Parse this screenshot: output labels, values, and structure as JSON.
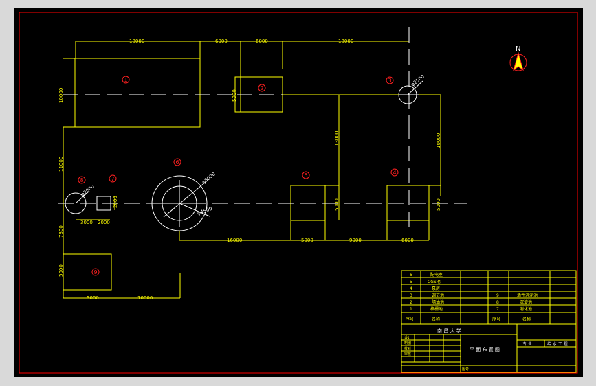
{
  "colors": {
    "background": "#000000",
    "frame": "#ff0000",
    "line": "#ffff00",
    "centerline": "#ffffff",
    "label": "#ff2020"
  },
  "markers": {
    "m1": "1",
    "m2": "2",
    "m3": "3",
    "m4": "4",
    "m5": "5",
    "m6": "6",
    "m7": "7",
    "m8": "8",
    "m9": "9"
  },
  "north": {
    "label": "N",
    "icon": "north-arrow-icon"
  },
  "dims": {
    "d18000_a": "18000",
    "d6000_a": "6000",
    "d6000_b": "6000",
    "d18000_b": "18000",
    "d10000_left": "10000",
    "d5000_b2": "5000",
    "d11000": "11000",
    "d7300": "7300",
    "d5000_b9": "5000",
    "d3000": "3000",
    "d2000_h": "2000",
    "d2000_v": "2000",
    "d13000": "13000",
    "d10000_right": "10000",
    "d5000_b5": "5000",
    "d5000_b4": "5000",
    "d16000": "16000",
    "d5000_bot": "5000",
    "d9000": "9000",
    "d6000_bot": "6000",
    "d5000_9w": "5000",
    "d10000_bot": "10000",
    "phi3": "φ2500",
    "phi6a": "φ8000",
    "phi6b": "φ4500",
    "phi8": "φ2000"
  },
  "parts_table": {
    "rows": [
      {
        "no": "6",
        "name": "配电室"
      },
      {
        "no": "5",
        "name": "CGS池"
      },
      {
        "no": "4",
        "name": "泵房"
      },
      {
        "no": "3",
        "name": "调节池"
      },
      {
        "no": "2",
        "name": "隔油池"
      },
      {
        "no": "1",
        "name": "格栅池"
      }
    ],
    "rows_right": [
      {
        "no": "9",
        "name": "活性污泥池"
      },
      {
        "no": "8",
        "name": "沉淀池"
      },
      {
        "no": "7",
        "name": "消化池"
      }
    ],
    "header": {
      "no": "序号",
      "name": "名称",
      "no2": "序号",
      "name2": "名称"
    }
  },
  "title_block": {
    "school": "南 昌 大 学",
    "drawing_title": "平 面 布 置 图",
    "major": "专  业",
    "discipline": "给 水 工 程",
    "roles": [
      "设计",
      "制图",
      "校对",
      "审核"
    ],
    "bottom": "图号"
  }
}
